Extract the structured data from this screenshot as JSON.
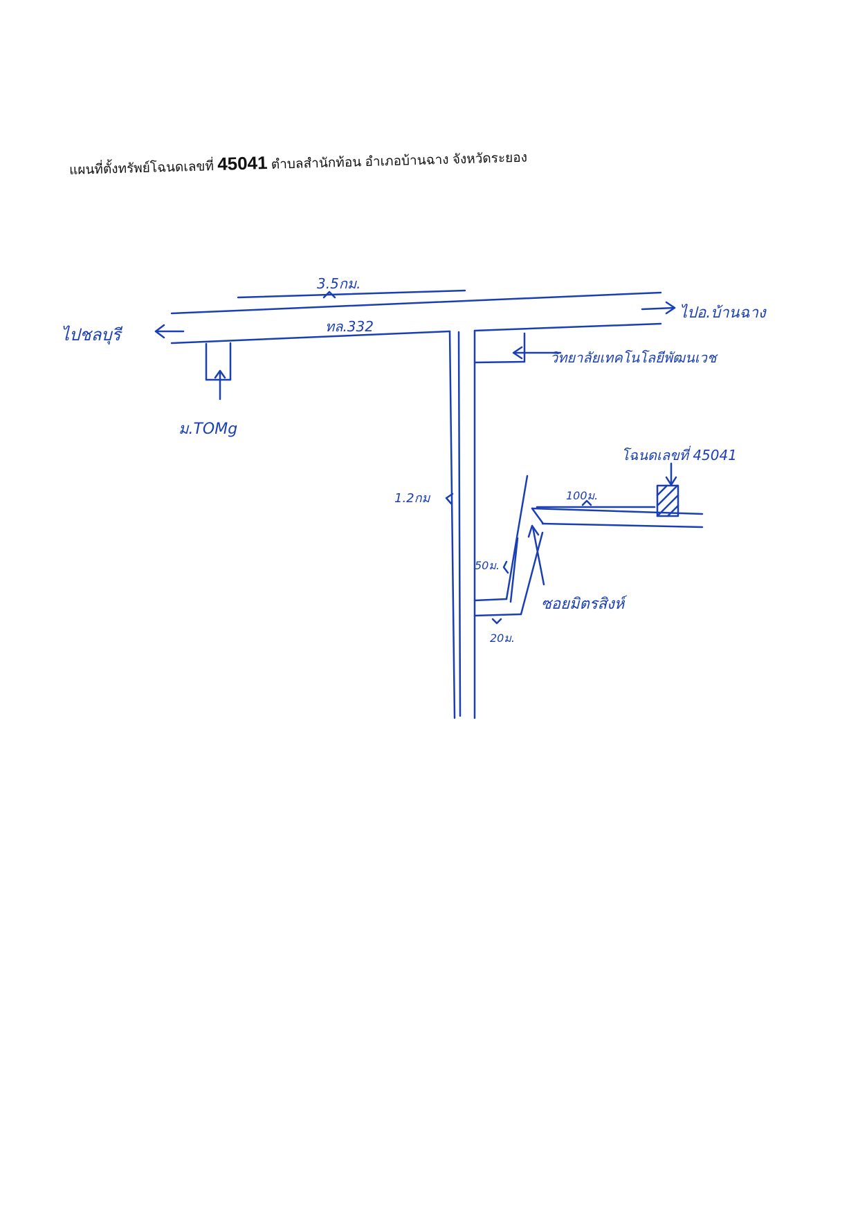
{
  "header": {
    "title_prefix": "แผนที่ตั้งทรัพย์โฉนดเลขที่",
    "deed_number": "45041",
    "title_suffix": "ตำบลสำนักท้อน อำเภอบ้านฉาง จังหวัดระยอง"
  },
  "map": {
    "ink_color": "#1a3fb4",
    "main_road": {
      "name": "ทล.332",
      "distance_label": "3.5กม.",
      "to_left": "ไปชลบุรี",
      "to_right": "ไปอ.บ้านฉาง"
    },
    "landmarks": {
      "tomg": "ม.TOMg",
      "university": "วิทยาลัยเทคโนโลยีพัฒนเวช",
      "land_plot": "โฉนดเลขที่ 45041",
      "soi": "ซอยมิตรสิงห์"
    },
    "distances": {
      "side_road": "1.2กม",
      "short_road": "50ม.",
      "branch": "20ม.",
      "to_plot": "100ม."
    }
  }
}
